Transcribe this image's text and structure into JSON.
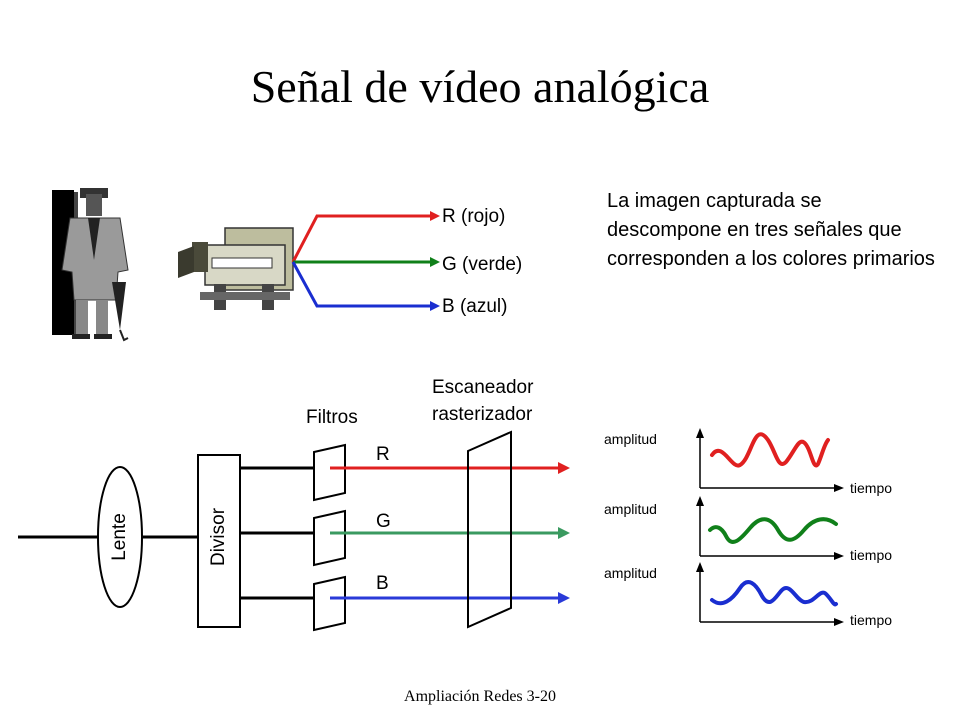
{
  "slide": {
    "title": "Señal de vídeo analógica",
    "footer": "Ampliación Redes 3-20",
    "description": "La imagen capturada se descompone en tres señales que corresponden a los colores primarios"
  },
  "top_diagram": {
    "outputs": [
      {
        "label": "R (rojo)",
        "color": "#e02020"
      },
      {
        "label": "G (verde)",
        "color": "#10801a"
      },
      {
        "label": "B (azul)",
        "color": "#1a2ed0"
      }
    ],
    "icons": [
      "man-with-umbrella-icon",
      "video-camera-icon"
    ]
  },
  "bottom_diagram": {
    "lens_label": "Lente",
    "splitter_label": "Divisor",
    "filters_label": "Filtros",
    "scanner_label": "Escaneador rasterizador",
    "channels": [
      {
        "label": "R",
        "color": "#e02020"
      },
      {
        "label": "G",
        "color": "#3a9a60"
      },
      {
        "label": "B",
        "color": "#2a3ad8"
      }
    ],
    "plots": [
      {
        "ylabel": "amplitud",
        "xlabel": "tiempo",
        "color": "#e02020"
      },
      {
        "ylabel": "amplitud",
        "xlabel": "tiempo",
        "color": "#10801a"
      },
      {
        "ylabel": "amplitud",
        "xlabel": "tiempo",
        "color": "#1a2ed0"
      }
    ]
  }
}
